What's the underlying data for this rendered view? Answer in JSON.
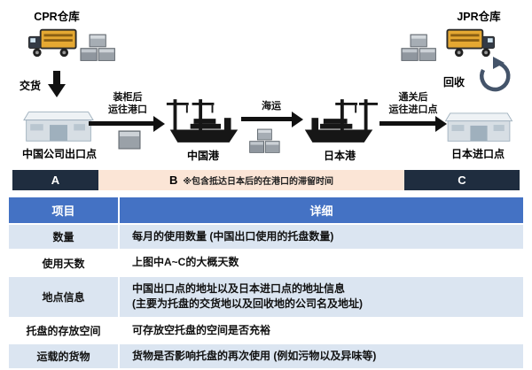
{
  "diagram": {
    "cpr_warehouse": "CPR仓库",
    "jpr_warehouse": "JPR仓库",
    "delivery": "交货",
    "recycle": "回收",
    "export_point": "中国公司出口点",
    "china_port": "中国港",
    "japan_port": "日本港",
    "import_point": "日本进口点",
    "arrow1_line1": "装柜后",
    "arrow1_line2": "运往港口",
    "arrow2": "海运",
    "arrow3_line1": "通关后",
    "arrow3_line2": "运往进口点",
    "phases": {
      "a": "A",
      "b": "B",
      "b_note": "※包含抵达日本后的在港口的滞留时间",
      "c": "C"
    }
  },
  "table": {
    "header_item": "项目",
    "header_detail": "详细",
    "rows": [
      {
        "item": "数量",
        "detail": "每月的使用数量 (中国出口使用的托盘数量)"
      },
      {
        "item": "使用天数",
        "detail": "上图中A~C的大概天数"
      },
      {
        "item": "地点信息",
        "detail": "中国出口点的地址以及日本进口点的地址信息",
        "detail2": "(主要为托盘的交货地以及回收地的公司名及地址)"
      },
      {
        "item": "托盘的存放空间",
        "detail": "可存放空托盘的空间是否充裕"
      },
      {
        "item": "运载的货物",
        "detail": "货物是否影响托盘的再次使用 (例如污物以及异味等)"
      }
    ]
  },
  "colors": {
    "table_header_blue": "#4472C4",
    "band_blue": "#DBE5F1",
    "phase_dark_navy": "#1F2D3F",
    "phase_peach": "#FBE5D6",
    "truck_yellow": "#E5A832"
  }
}
